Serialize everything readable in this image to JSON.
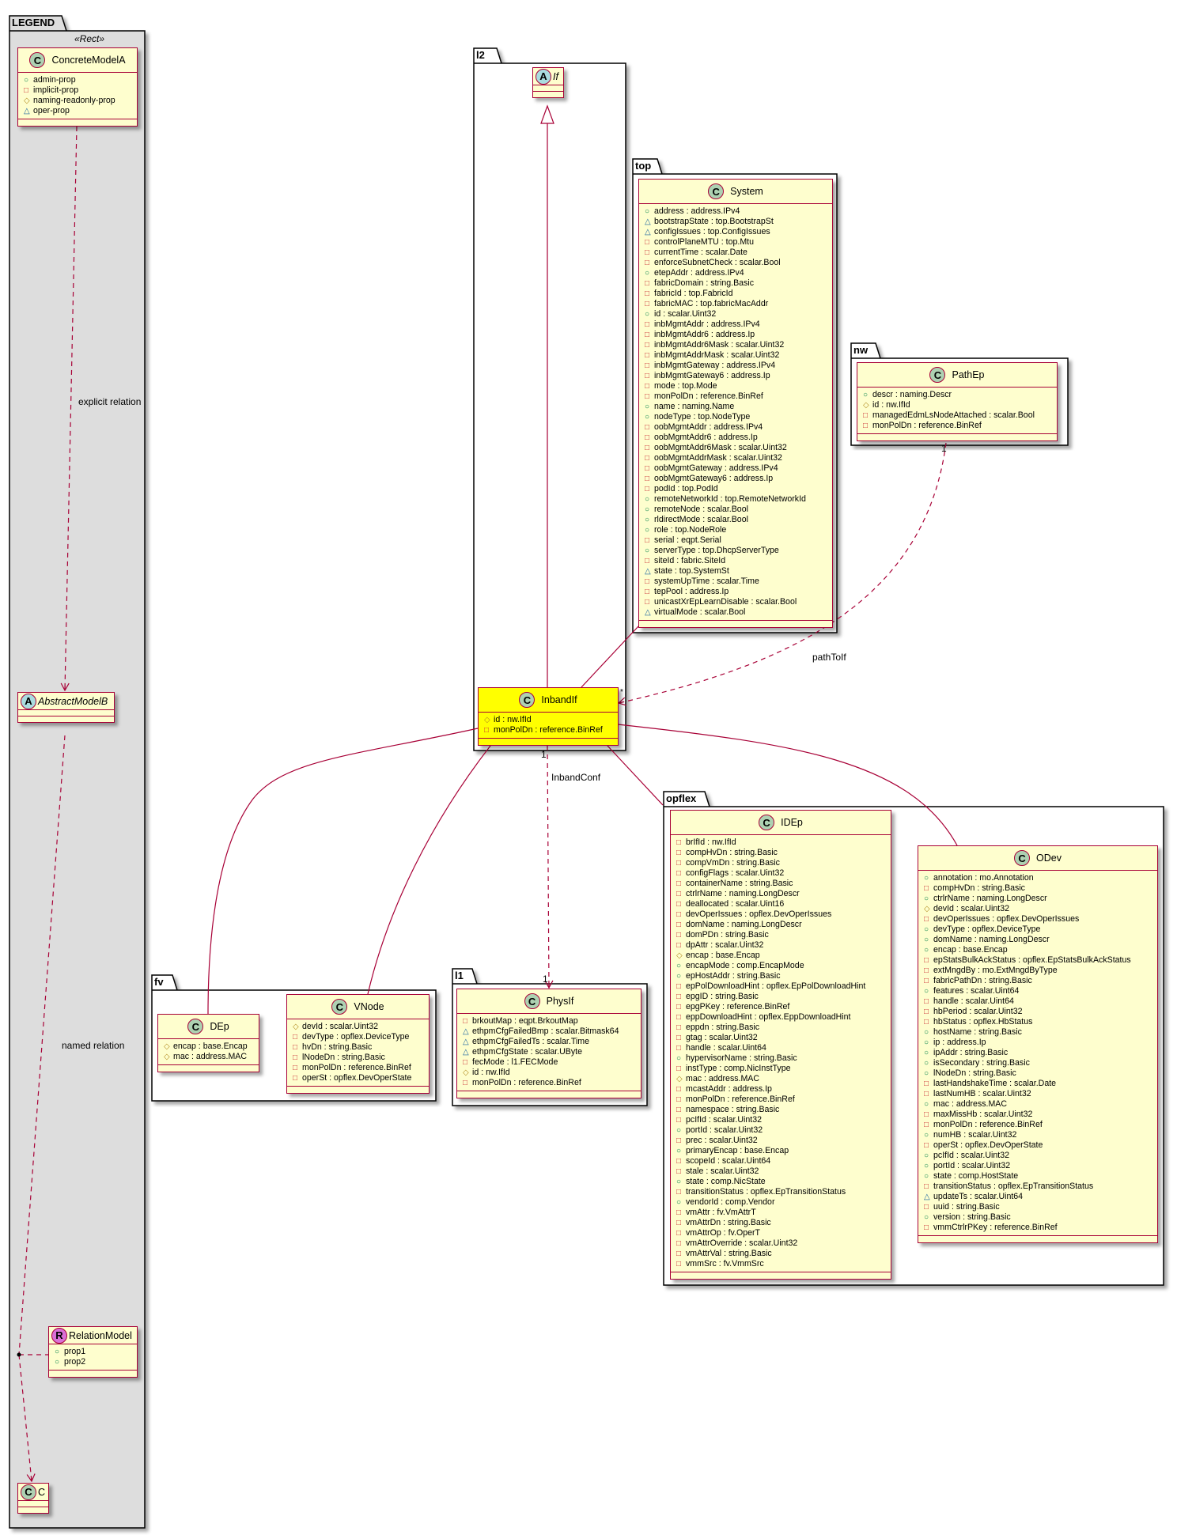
{
  "packages": {
    "legend": "LEGEND",
    "l2": "l2",
    "top": "top",
    "nw": "nw",
    "fv": "fv",
    "l1": "l1",
    "opflex": "opflex"
  },
  "legend": {
    "stereotype": "«Rect»"
  },
  "colors": {
    "border": "#A80036",
    "class_bg": "#FEFECE",
    "highlight_bg": "#FFFF00",
    "legend_bg": "#DDDDDD"
  },
  "classes": [
    {
      "id": "ConcreteModelA",
      "name": "ConcreteModelA",
      "kind": "C",
      "attrs": [
        [
          "+",
          "admin-prop"
        ],
        [
          "-",
          "implicit-prop"
        ],
        [
          "#",
          "naming-readonly-prop"
        ],
        [
          "~",
          "oper-prop"
        ]
      ]
    },
    {
      "id": "AbstractModelB",
      "name": "AbstractModelB",
      "kind": "A",
      "italic": true,
      "attrs": null
    },
    {
      "id": "RelationModel",
      "name": "RelationModel",
      "kind": "R",
      "attrs": [
        [
          "+",
          "prop1"
        ],
        [
          "+",
          "prop2"
        ]
      ]
    },
    {
      "id": "C",
      "name": "C",
      "kind": "C",
      "attrs": null
    },
    {
      "id": "If",
      "name": "If",
      "kind": "A",
      "italic": true,
      "attrs": null
    },
    {
      "id": "System",
      "name": "System",
      "kind": "C",
      "attrs": [
        [
          "+",
          "address : address.IPv4"
        ],
        [
          "~",
          "bootstrapState : top.BootstrapSt"
        ],
        [
          "~",
          "configIssues : top.ConfigIssues"
        ],
        [
          "-",
          "controlPlaneMTU : top.Mtu"
        ],
        [
          "-",
          "currentTime : scalar.Date"
        ],
        [
          "-",
          "enforceSubnetCheck : scalar.Bool"
        ],
        [
          "+",
          "etepAddr : address.IPv4"
        ],
        [
          "-",
          "fabricDomain : string.Basic"
        ],
        [
          "-",
          "fabricId : top.FabricId"
        ],
        [
          "-",
          "fabricMAC : top.fabricMacAddr"
        ],
        [
          "+",
          "id : scalar.Uint32"
        ],
        [
          "-",
          "inbMgmtAddr : address.IPv4"
        ],
        [
          "-",
          "inbMgmtAddr6 : address.Ip"
        ],
        [
          "-",
          "inbMgmtAddr6Mask : scalar.Uint32"
        ],
        [
          "-",
          "inbMgmtAddrMask : scalar.Uint32"
        ],
        [
          "-",
          "inbMgmtGateway : address.IPv4"
        ],
        [
          "-",
          "inbMgmtGateway6 : address.Ip"
        ],
        [
          "-",
          "mode : top.Mode"
        ],
        [
          "-",
          "monPolDn : reference.BinRef"
        ],
        [
          "+",
          "name : naming.Name"
        ],
        [
          "+",
          "nodeType : top.NodeType"
        ],
        [
          "-",
          "oobMgmtAddr : address.IPv4"
        ],
        [
          "-",
          "oobMgmtAddr6 : address.Ip"
        ],
        [
          "-",
          "oobMgmtAddr6Mask : scalar.Uint32"
        ],
        [
          "-",
          "oobMgmtAddrMask : scalar.Uint32"
        ],
        [
          "-",
          "oobMgmtGateway : address.IPv4"
        ],
        [
          "-",
          "oobMgmtGateway6 : address.Ip"
        ],
        [
          "-",
          "podId : top.PodId"
        ],
        [
          "+",
          "remoteNetworkId : top.RemoteNetworkId"
        ],
        [
          "+",
          "remoteNode : scalar.Bool"
        ],
        [
          "+",
          "rldirectMode : scalar.Bool"
        ],
        [
          "+",
          "role : top.NodeRole"
        ],
        [
          "-",
          "serial : eqpt.Serial"
        ],
        [
          "+",
          "serverType : top.DhcpServerType"
        ],
        [
          "-",
          "siteId : fabric.SiteId"
        ],
        [
          "~",
          "state : top.SystemSt"
        ],
        [
          "-",
          "systemUpTime : scalar.Time"
        ],
        [
          "-",
          "tepPool : address.Ip"
        ],
        [
          "-",
          "unicastXrEpLearnDisable : scalar.Bool"
        ],
        [
          "~",
          "virtualMode : scalar.Bool"
        ]
      ]
    },
    {
      "id": "PathEp",
      "name": "PathEp",
      "kind": "C",
      "attrs": [
        [
          "+",
          "descr : naming.Descr"
        ],
        [
          "#",
          "id : nw.IfId"
        ],
        [
          "-",
          "managedEdmLsNodeAttached : scalar.Bool"
        ],
        [
          "-",
          "monPolDn : reference.BinRef"
        ]
      ]
    },
    {
      "id": "InbandIf",
      "name": "InbandIf",
      "kind": "C",
      "highlight": true,
      "attrs": [
        [
          "#",
          "id : nw.IfId"
        ],
        [
          "-",
          "monPolDn : reference.BinRef"
        ]
      ]
    },
    {
      "id": "DEp",
      "name": "DEp",
      "kind": "C",
      "attrs": [
        [
          "#",
          "encap : base.Encap"
        ],
        [
          "#",
          "mac : address.MAC"
        ]
      ]
    },
    {
      "id": "VNode",
      "name": "VNode",
      "kind": "C",
      "attrs": [
        [
          "#",
          "devId : scalar.Uint32"
        ],
        [
          "-",
          "devType : opflex.DeviceType"
        ],
        [
          "-",
          "hvDn : string.Basic"
        ],
        [
          "-",
          "lNodeDn : string.Basic"
        ],
        [
          "-",
          "monPolDn : reference.BinRef"
        ],
        [
          "-",
          "operSt : opflex.DevOperState"
        ]
      ]
    },
    {
      "id": "PhysIf",
      "name": "PhysIf",
      "kind": "C",
      "attrs": [
        [
          "-",
          "brkoutMap : eqpt.BrkoutMap"
        ],
        [
          "~",
          "ethpmCfgFailedBmp : scalar.Bitmask64"
        ],
        [
          "~",
          "ethpmCfgFailedTs : scalar.Time"
        ],
        [
          "~",
          "ethpmCfgState : scalar.UByte"
        ],
        [
          "-",
          "fecMode : l1.FECMode"
        ],
        [
          "#",
          "id : nw.IfId"
        ],
        [
          "-",
          "monPolDn : reference.BinRef"
        ]
      ]
    },
    {
      "id": "IDEp",
      "name": "IDEp",
      "kind": "C",
      "attrs": [
        [
          "-",
          "brIfId : nw.IfId"
        ],
        [
          "-",
          "compHvDn : string.Basic"
        ],
        [
          "-",
          "compVmDn : string.Basic"
        ],
        [
          "-",
          "configFlags : scalar.Uint32"
        ],
        [
          "-",
          "containerName : string.Basic"
        ],
        [
          "-",
          "ctrlrName : naming.LongDescr"
        ],
        [
          "-",
          "deallocated : scalar.Uint16"
        ],
        [
          "-",
          "devOperIssues : opflex.DevOperIssues"
        ],
        [
          "-",
          "domName : naming.LongDescr"
        ],
        [
          "-",
          "domPDn : string.Basic"
        ],
        [
          "-",
          "dpAttr : scalar.Uint32"
        ],
        [
          "#",
          "encap : base.Encap"
        ],
        [
          "+",
          "encapMode : comp.EncapMode"
        ],
        [
          "+",
          "epHostAddr : string.Basic"
        ],
        [
          "-",
          "epPolDownloadHint : opflex.EpPolDownloadHint"
        ],
        [
          "-",
          "epgID : string.Basic"
        ],
        [
          "-",
          "epgPKey : reference.BinRef"
        ],
        [
          "-",
          "eppDownloadHint : opflex.EppDownloadHint"
        ],
        [
          "-",
          "eppdn : string.Basic"
        ],
        [
          "-",
          "gtag : scalar.Uint32"
        ],
        [
          "-",
          "handle : scalar.Uint64"
        ],
        [
          "+",
          "hypervisorName : string.Basic"
        ],
        [
          "-",
          "instType : comp.NicInstType"
        ],
        [
          "#",
          "mac : address.MAC"
        ],
        [
          "-",
          "mcastAddr : address.Ip"
        ],
        [
          "-",
          "monPolDn : reference.BinRef"
        ],
        [
          "-",
          "namespace : string.Basic"
        ],
        [
          "-",
          "pcIfId : scalar.Uint32"
        ],
        [
          "+",
          "portId : scalar.Uint32"
        ],
        [
          "-",
          "prec : scalar.Uint32"
        ],
        [
          "+",
          "primaryEncap : base.Encap"
        ],
        [
          "-",
          "scopeId : scalar.Uint64"
        ],
        [
          "-",
          "stale : scalar.Uint32"
        ],
        [
          "+",
          "state : comp.NicState"
        ],
        [
          "-",
          "transitionStatus : opflex.EpTransitionStatus"
        ],
        [
          "+",
          "vendorId : comp.Vendor"
        ],
        [
          "-",
          "vmAttr : fv.VmAttrT"
        ],
        [
          "-",
          "vmAttrDn : string.Basic"
        ],
        [
          "-",
          "vmAttrOp : fv.OperT"
        ],
        [
          "-",
          "vmAttrOverride : scalar.Uint32"
        ],
        [
          "-",
          "vmAttrVal : string.Basic"
        ],
        [
          "-",
          "vmmSrc : fv.VmmSrc"
        ]
      ]
    },
    {
      "id": "ODev",
      "name": "ODev",
      "kind": "C",
      "attrs": [
        [
          "+",
          "annotation : mo.Annotation"
        ],
        [
          "-",
          "compHvDn : string.Basic"
        ],
        [
          "+",
          "ctrlrName : naming.LongDescr"
        ],
        [
          "#",
          "devId : scalar.Uint32"
        ],
        [
          "-",
          "devOperIssues : opflex.DevOperIssues"
        ],
        [
          "+",
          "devType : opflex.DeviceType"
        ],
        [
          "+",
          "domName : naming.LongDescr"
        ],
        [
          "+",
          "encap : base.Encap"
        ],
        [
          "-",
          "epStatsBulkAckStatus : opflex.EpStatsBulkAckStatus"
        ],
        [
          "-",
          "extMngdBy : mo.ExtMngdByType"
        ],
        [
          "-",
          "fabricPathDn : string.Basic"
        ],
        [
          "+",
          "features : scalar.Uint64"
        ],
        [
          "-",
          "handle : scalar.Uint64"
        ],
        [
          "-",
          "hbPeriod : scalar.Uint32"
        ],
        [
          "-",
          "hbStatus : opflex.HbStatus"
        ],
        [
          "+",
          "hostName : string.Basic"
        ],
        [
          "+",
          "ip : address.Ip"
        ],
        [
          "+",
          "ipAddr : string.Basic"
        ],
        [
          "+",
          "isSecondary : string.Basic"
        ],
        [
          "+",
          "lNodeDn : string.Basic"
        ],
        [
          "-",
          "lastHandshakeTime : scalar.Date"
        ],
        [
          "-",
          "lastNumHB : scalar.Uint32"
        ],
        [
          "+",
          "mac : address.MAC"
        ],
        [
          "-",
          "maxMissHb : scalar.Uint32"
        ],
        [
          "-",
          "monPolDn : reference.BinRef"
        ],
        [
          "+",
          "numHB : scalar.Uint32"
        ],
        [
          "-",
          "operSt : opflex.DevOperState"
        ],
        [
          "+",
          "pcIfId : scalar.Uint32"
        ],
        [
          "+",
          "portId : scalar.Uint32"
        ],
        [
          "+",
          "state : comp.HostState"
        ],
        [
          "-",
          "transitionStatus : opflex.EpTransitionStatus"
        ],
        [
          "~",
          "updateTs : scalar.Uint64"
        ],
        [
          "-",
          "uuid : string.Basic"
        ],
        [
          "+",
          "version : string.Basic"
        ],
        [
          "-",
          "vmmCtrlrPKey : reference.BinRef"
        ]
      ]
    }
  ],
  "relations": {
    "explicit": "explicit relation",
    "named": "named relation",
    "pathToIf": "pathToIf",
    "inbandConf": "InbandConf",
    "pathep_mult": "1",
    "inbandif_star": "*",
    "inbandif_mult": "1",
    "physif_mult": "1"
  }
}
